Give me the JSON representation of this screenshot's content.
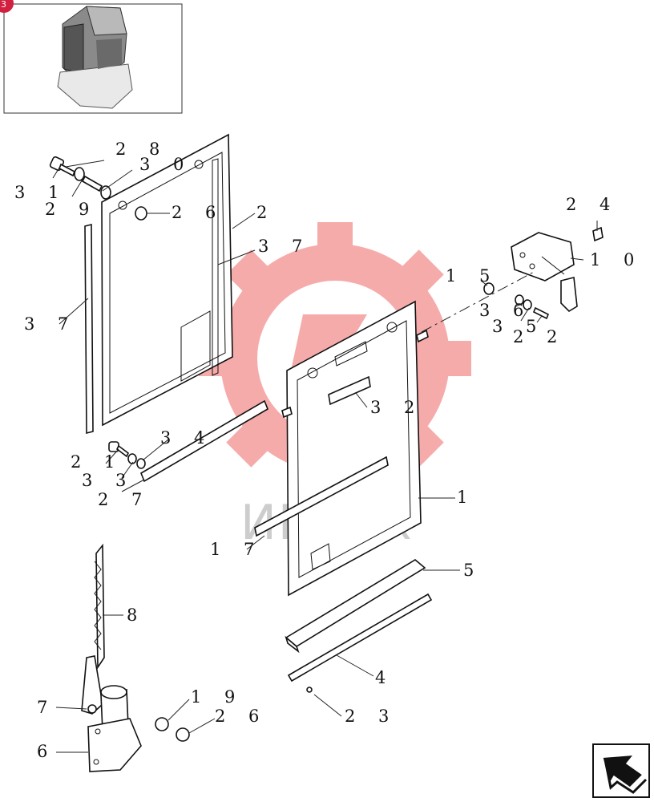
{
  "thumbnail": {
    "badge": "3",
    "icon": "excavator-cab-thumbnail"
  },
  "watermark": {
    "text": "ИНТЕХ",
    "color": "#f08a8a"
  },
  "nav": {
    "icon": "next-arrow-icon"
  },
  "callouts": [
    {
      "id": "c28",
      "text": "2 8"
    },
    {
      "id": "c30",
      "text": "3 0"
    },
    {
      "id": "c31",
      "text": "3 1"
    },
    {
      "id": "c29",
      "text": "2 9"
    },
    {
      "id": "c26a",
      "text": "2 6"
    },
    {
      "id": "c2",
      "text": "2"
    },
    {
      "id": "c37a",
      "text": "3 7"
    },
    {
      "id": "c37b",
      "text": "3 7"
    },
    {
      "id": "c24",
      "text": "2 4"
    },
    {
      "id": "c10",
      "text": "1 0 - 1"
    },
    {
      "id": "c15",
      "text": "1 5"
    },
    {
      "id": "c36",
      "text": "3 6"
    },
    {
      "id": "c35",
      "text": "3 5"
    },
    {
      "id": "c22",
      "text": "2 2"
    },
    {
      "id": "c32",
      "text": "3 2"
    },
    {
      "id": "c34",
      "text": "3 4"
    },
    {
      "id": "c21",
      "text": "2 1"
    },
    {
      "id": "c33",
      "text": "3 3"
    },
    {
      "id": "c27",
      "text": "2 7"
    },
    {
      "id": "c1",
      "text": "1"
    },
    {
      "id": "c17",
      "text": "1 7"
    },
    {
      "id": "c5",
      "text": "5"
    },
    {
      "id": "c8",
      "text": "8"
    },
    {
      "id": "c4",
      "text": "4"
    },
    {
      "id": "c19",
      "text": "1 9"
    },
    {
      "id": "c26b",
      "text": "2 6"
    },
    {
      "id": "c7",
      "text": "7"
    },
    {
      "id": "c23",
      "text": "2 3"
    },
    {
      "id": "c6",
      "text": "6"
    }
  ]
}
